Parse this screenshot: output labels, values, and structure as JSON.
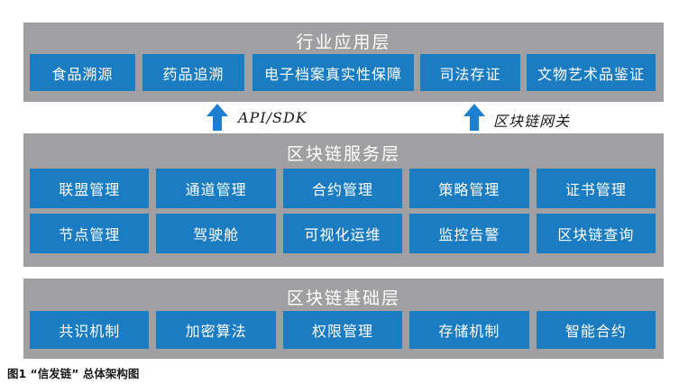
{
  "colors": {
    "box_blue": "#1b7cc2",
    "arrow_blue": "#1e7fd0",
    "layer_gray": "#a0a0a2",
    "text_white": "#ffffff"
  },
  "layers": {
    "application": {
      "title": "行业应用层",
      "boxes": [
        "食品溯源",
        "药品追溯",
        "电子档案真实性保障",
        "司法存证",
        "文物艺术品鉴证"
      ]
    },
    "service": {
      "title": "区块链服务层",
      "rows": [
        [
          "联盟管理",
          "通道管理",
          "合约管理",
          "策略管理",
          "证书管理"
        ],
        [
          "节点管理",
          "驾驶舱",
          "可视化运维",
          "监控告警",
          "区块链查询"
        ]
      ]
    },
    "base": {
      "title": "区块链基础层",
      "boxes": [
        "共识机制",
        "加密算法",
        "权限管理",
        "存储机制",
        "智能合约"
      ]
    }
  },
  "connectors": [
    {
      "label": "API/SDK"
    },
    {
      "label": "区块链网关"
    }
  ],
  "figure": {
    "caption": "图1 “信发链” 总体架构图"
  }
}
